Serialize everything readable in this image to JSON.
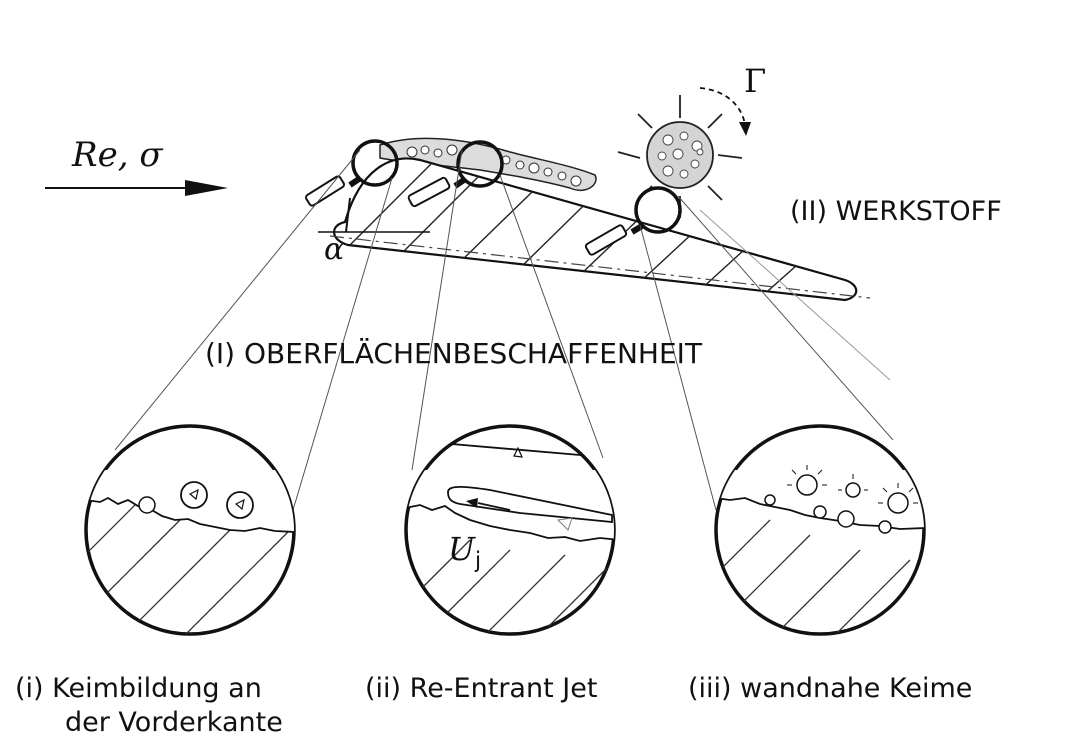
{
  "labels": {
    "flow": "Re, σ",
    "angle": "α",
    "circulation": "Γ",
    "jet_velocity_main": "U",
    "jet_velocity_sub": "j",
    "material": "(II) WERKSTOFF",
    "surface": "(I) OBERFLÄCHENBESCHAFFENHEIT"
  },
  "captions": [
    {
      "line1": "(i) Keimbildung an",
      "line2": "der Vorderkante"
    },
    {
      "line1": "(ii) Re-Entrant Jet",
      "line2": ""
    },
    {
      "line1": "(iii) wandnahe Keime",
      "line2": ""
    }
  ],
  "colors": {
    "ink": "#111111",
    "bubble_fill": "#d4d4d4",
    "background": "#ffffff"
  },
  "icons": [
    "magnifier-icon",
    "flow-arrow-icon",
    "rotation-arrow-icon",
    "sun-bubble-cloud-icon"
  ]
}
